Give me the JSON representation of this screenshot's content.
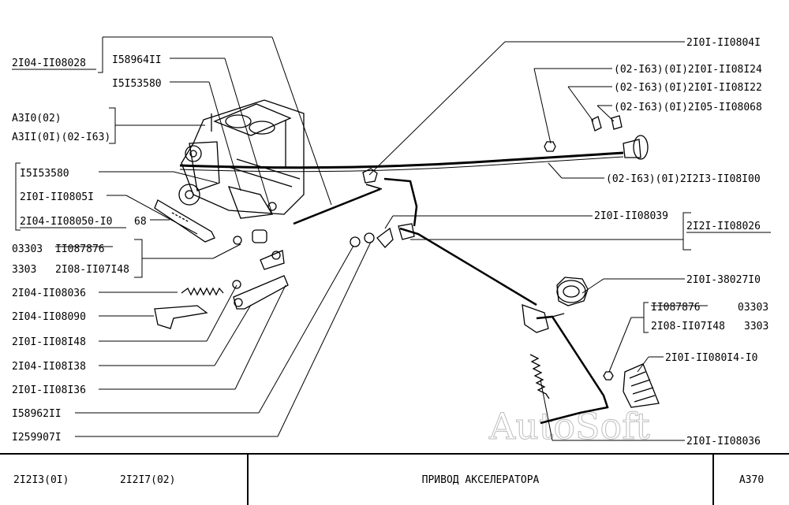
{
  "labels_left": [
    {
      "id": "lbl-2104-1108028",
      "text": "2I04-II08028",
      "underline": true
    },
    {
      "id": "lbl-158964",
      "text": "I58964II"
    },
    {
      "id": "lbl-15153580-top",
      "text": "I5I53580"
    },
    {
      "id": "lbl-a310",
      "text": "A3I0(02)"
    },
    {
      "id": "lbl-a311",
      "text": "A3II(0I)(02-I63)"
    },
    {
      "id": "lbl-15153580-mid",
      "text": "I5I53580"
    },
    {
      "id": "lbl-2101-1108051",
      "text": "2I0I-II0805I"
    },
    {
      "id": "lbl-2104-1108050",
      "text": "2I04-II08050-I0",
      "underline": true
    },
    {
      "id": "lbl-68",
      "text": "68"
    },
    {
      "id": "lbl-03303",
      "text": "03303"
    },
    {
      "id": "lbl-1108787-left",
      "text": "II087876",
      "strike": true
    },
    {
      "id": "lbl-3303",
      "text": "3303"
    },
    {
      "id": "lbl-2108-1107148-left",
      "text": "2I08-II07I48"
    },
    {
      "id": "lbl-2104-1108036",
      "text": "2I04-II08036"
    },
    {
      "id": "lbl-2104-1108090",
      "text": "2I04-II08090"
    },
    {
      "id": "lbl-2101-1108148",
      "text": "2I0I-II08I48"
    },
    {
      "id": "lbl-2104-1108138",
      "text": "2I04-II08I38"
    },
    {
      "id": "lbl-2101-1108136",
      "text": "2I0I-II08I36"
    },
    {
      "id": "lbl-158962",
      "text": "I58962II"
    },
    {
      "id": "lbl-1259907",
      "text": "I259907I"
    }
  ],
  "labels_right": [
    {
      "id": "lbl-2101-1108041",
      "text": "2I0I-II0804I"
    },
    {
      "id": "lbl-2101-1108124",
      "text": "(02-I63)(0I)2I0I-II08I24"
    },
    {
      "id": "lbl-2101-1108122",
      "text": "(02-I63)(0I)2I0I-II08I22"
    },
    {
      "id": "lbl-2105-1108068",
      "text": "(02-I63)(0I)2I05-II08068"
    },
    {
      "id": "lbl-2113-1108100",
      "text": "(02-I63)(0I)2I2I3-II08I00"
    },
    {
      "id": "lbl-2101-1108039",
      "text": "2I0I-II08039"
    },
    {
      "id": "lbl-2121-1108026",
      "text": "2I2I-II08026",
      "underline": true
    },
    {
      "id": "lbl-2101-3802710",
      "text": "2I0I-38027I0"
    },
    {
      "id": "lbl-1108787-right",
      "text": "II087876",
      "strike": true
    },
    {
      "id": "lbl-03303-right",
      "text": "03303"
    },
    {
      "id": "lbl-2108-1107148-right",
      "text": "2I08-II07I48"
    },
    {
      "id": "lbl-3303-right",
      "text": "3303"
    },
    {
      "id": "lbl-2101-1108014",
      "text": "2I0I-II080I4-I0"
    },
    {
      "id": "lbl-2101-1108036",
      "text": "2I0I-II08036"
    }
  ],
  "watermark": "AutoSoft",
  "title_block": {
    "model_a": "2I2I3(0I)",
    "model_b": "2I2I7(02)",
    "title": "ПРИВОД  АКСЕЛЕРАТОРА",
    "sheet": "A370"
  }
}
